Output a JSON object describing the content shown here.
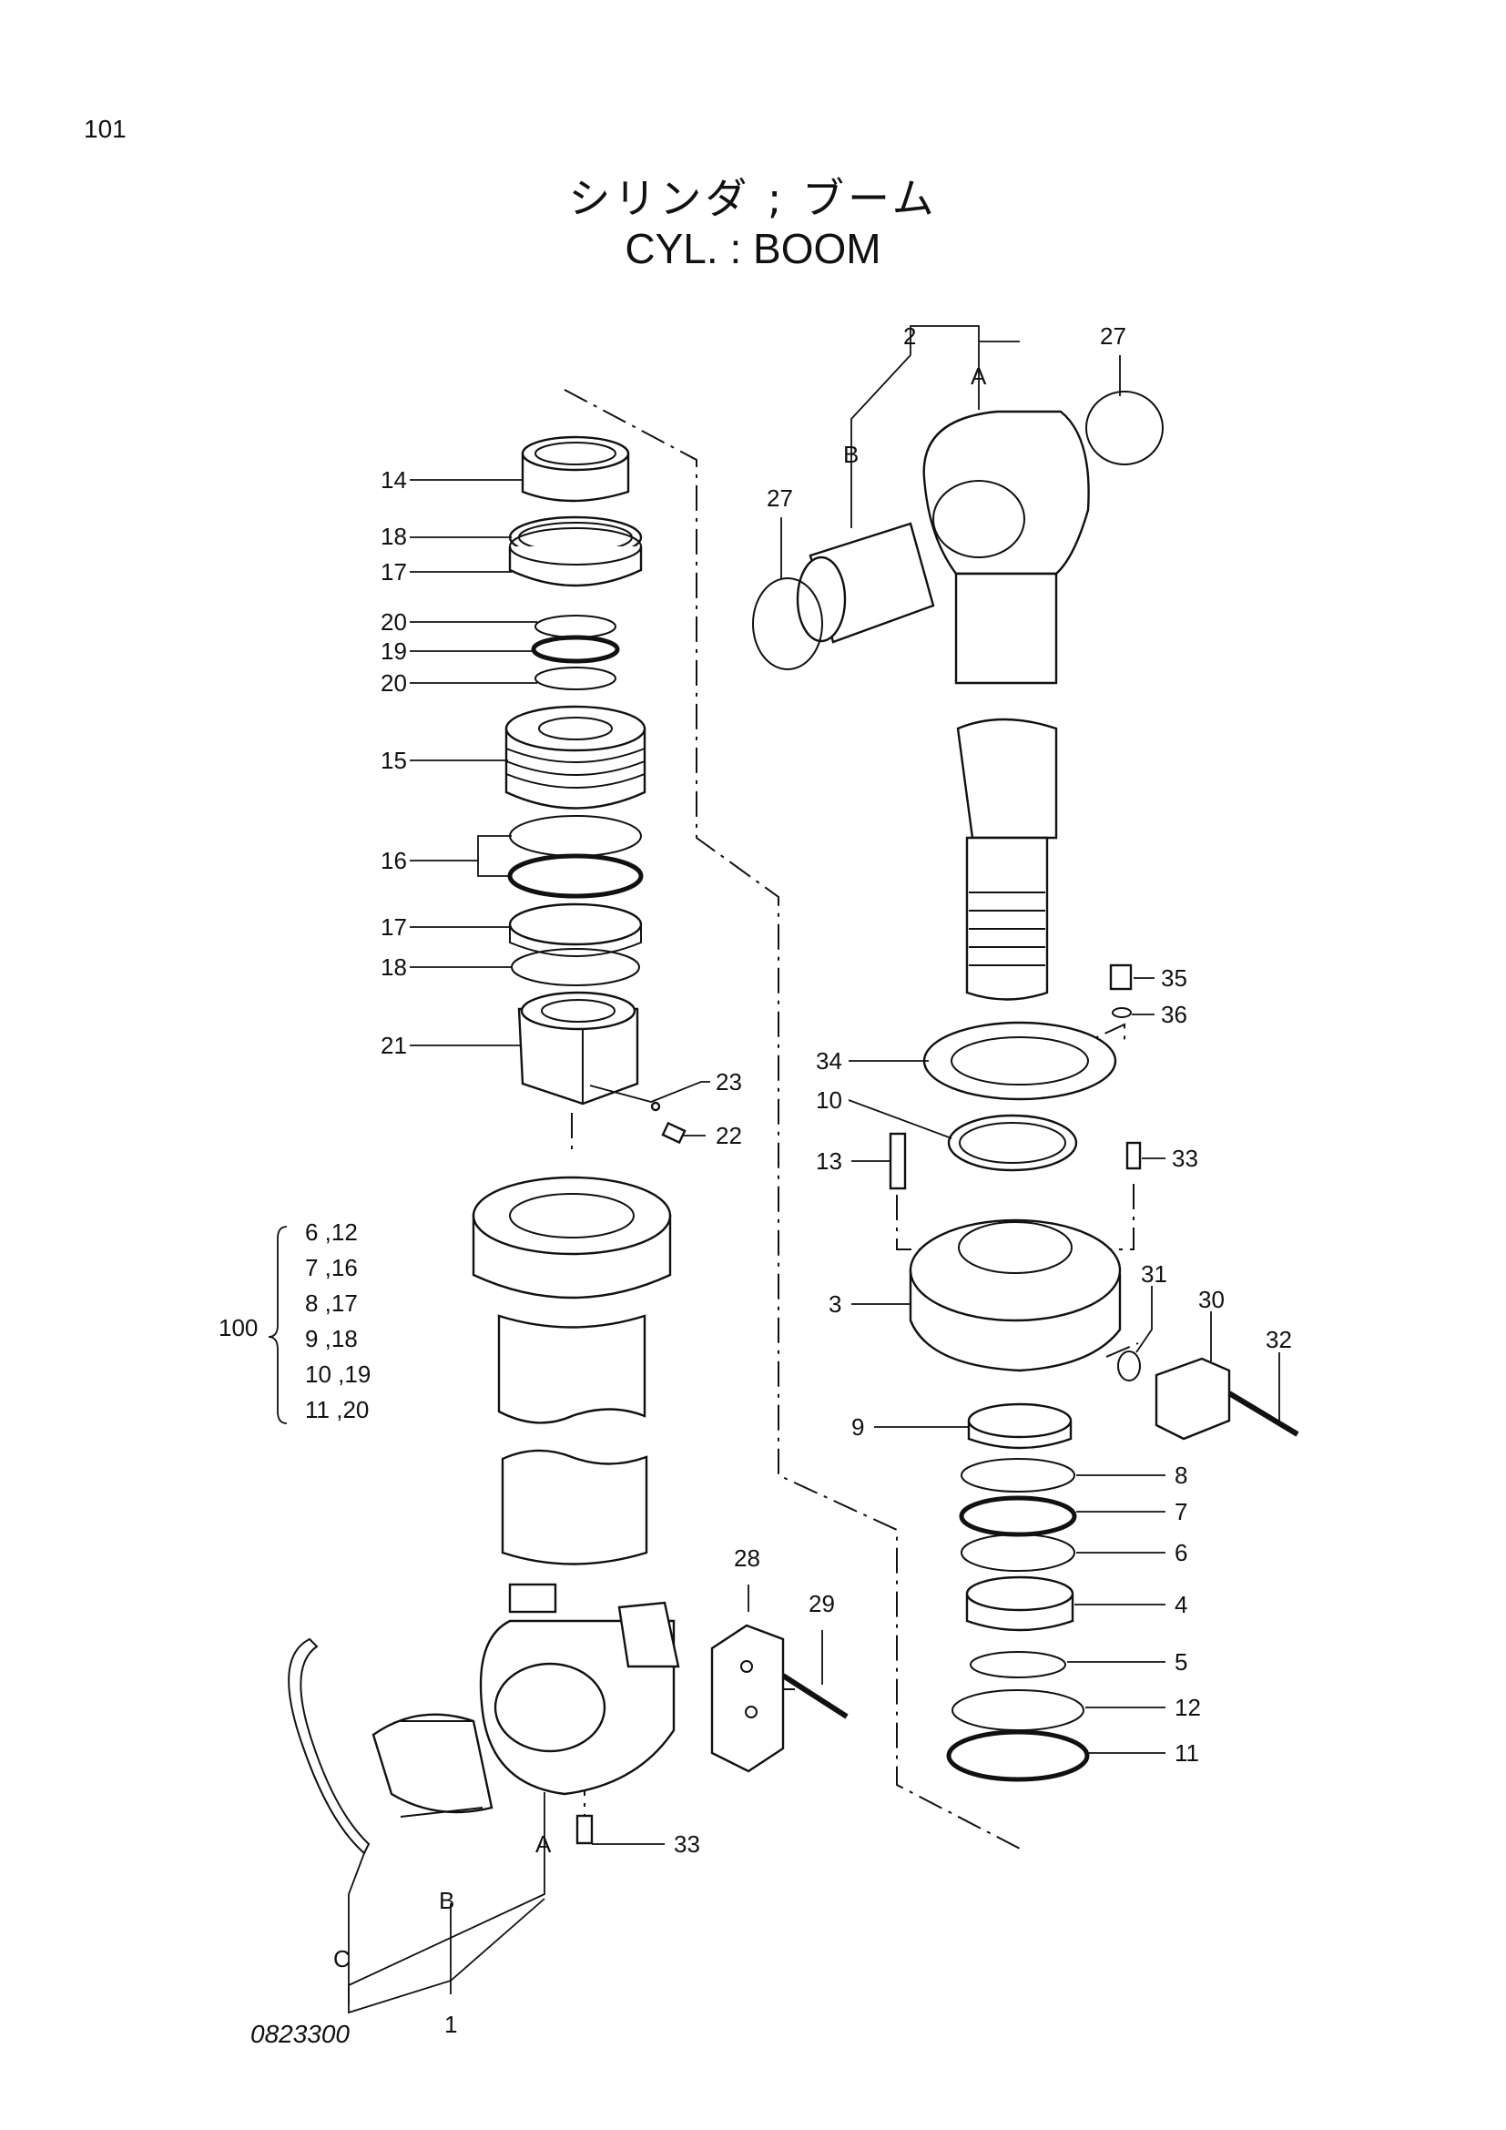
{
  "page_number": "101",
  "title_jp": "シリンダ ; ブーム",
  "title_en": "CYL. : BOOM",
  "drawing_number": "0823300",
  "kit": {
    "label": "100",
    "rows": [
      "6 ,12",
      "7 ,16",
      "8 ,17",
      "9 ,18",
      "10 ,19",
      "11 ,20"
    ]
  },
  "callouts": {
    "p1": "1",
    "p2": "2",
    "p3": "3",
    "p4": "4",
    "p5": "5",
    "p6": "6",
    "p7": "7",
    "p8": "8",
    "p9": "9",
    "p10": "10",
    "p11": "11",
    "p12": "12",
    "p13": "13",
    "p14": "14",
    "p15": "15",
    "p16": "16",
    "p17a": "17",
    "p17b": "17",
    "p18a": "18",
    "p18b": "18",
    "p19": "19",
    "p20a": "20",
    "p20b": "20",
    "p21": "21",
    "p22": "22",
    "p23": "23",
    "p27a": "27",
    "p27b": "27",
    "p28": "28",
    "p29": "29",
    "p30": "30",
    "p31": "31",
    "p32": "32",
    "p33a": "33",
    "p33b": "33",
    "p34": "34",
    "p35": "35",
    "p36": "36"
  },
  "letters": {
    "rod_a": "A",
    "rod_b": "B",
    "tube_a": "A",
    "tube_b": "B",
    "tube_c": "C"
  }
}
